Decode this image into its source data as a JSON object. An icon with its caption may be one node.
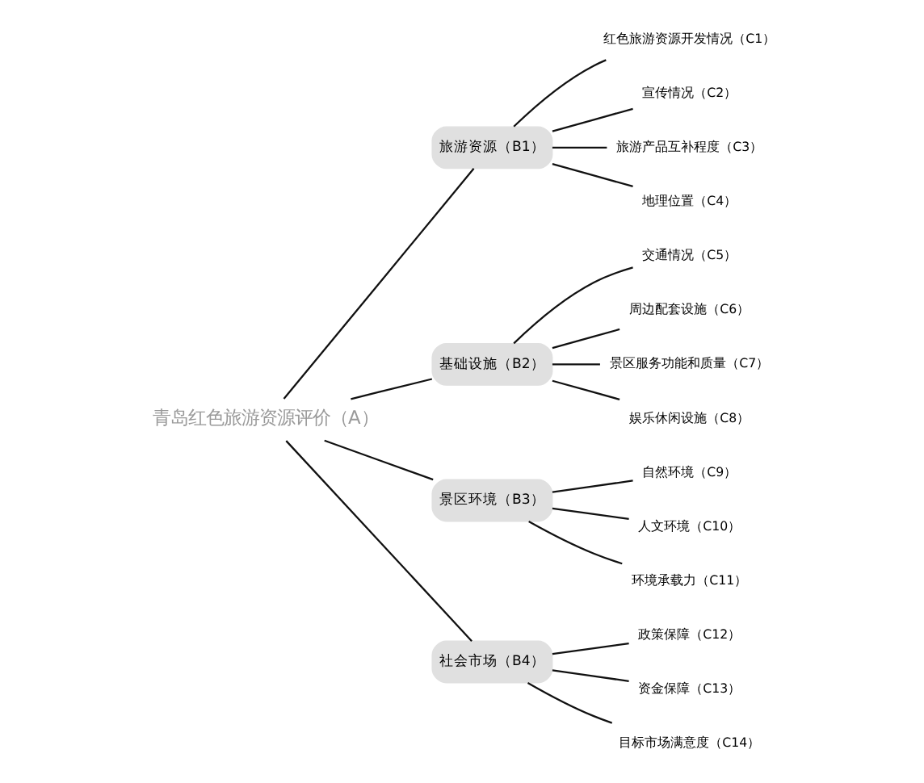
{
  "diagram": {
    "nodes": [
      {
        "text": [
          "青岛红色旅游资源评价（A）"
        ]
      },
      {
        "text": [
          "旅游资源（B1）"
        ]
      },
      {
        "text": [
          "红色旅游资源开发情况（C1）"
        ]
      },
      {
        "text": [
          "宣传情况（C2）"
        ]
      },
      {
        "text": [
          "旅游产品互补程度（C3）"
        ]
      },
      {
        "text": [
          "地理位置（C4）"
        ]
      },
      {
        "text": [
          "基础设施（B2）"
        ]
      },
      {
        "text": [
          "交通情况（C5）"
        ]
      },
      {
        "text": [
          "周边配套设施（C6）"
        ]
      },
      {
        "text": [
          "景区服务功能和质量（C7）"
        ]
      },
      {
        "text": [
          "娱乐休闲设施（C8）"
        ]
      },
      {
        "text": [
          "景区环境（B3）"
        ]
      },
      {
        "text": [
          "自然环境（C9）"
        ]
      },
      {
        "text": [
          "人文环境（C10）"
        ]
      },
      {
        "text": [
          "环境承载力（C11）"
        ]
      },
      {
        "text": [
          "社会市场（B4）"
        ]
      },
      {
        "text": [
          "政策保障（C12）"
        ]
      },
      {
        "text": [
          "资金保障（C13）"
        ]
      },
      {
        "text": [
          "目标市场满意度（C14）"
        ]
      }
    ],
    "edges": [
      {
        "from": 0,
        "to": 1,
        "arrow": "none"
      },
      {
        "from": 0,
        "to": 6,
        "arrow": "none"
      },
      {
        "from": 0,
        "to": 11,
        "arrow": "none"
      },
      {
        "from": 0,
        "to": 15,
        "arrow": "none"
      },
      {
        "from": 1,
        "to": 2,
        "arrow": "none"
      },
      {
        "from": 1,
        "to": 3,
        "arrow": "none"
      },
      {
        "from": 1,
        "to": 4,
        "arrow": "none"
      },
      {
        "from": 1,
        "to": 5,
        "arrow": "none"
      },
      {
        "from": 6,
        "to": 7,
        "arrow": "none"
      },
      {
        "from": 6,
        "to": 8,
        "arrow": "none"
      },
      {
        "from": 6,
        "to": 9,
        "arrow": "none"
      },
      {
        "from": 6,
        "to": 10,
        "arrow": "none"
      },
      {
        "from": 11,
        "to": 12,
        "arrow": "none"
      },
      {
        "from": 11,
        "to": 13,
        "arrow": "none"
      },
      {
        "from": 11,
        "to": 14,
        "arrow": "none"
      },
      {
        "from": 15,
        "to": 16,
        "arrow": "none"
      },
      {
        "from": 15,
        "to": 17,
        "arrow": "none"
      },
      {
        "from": 15,
        "to": 18,
        "arrow": "none"
      }
    ]
  }
}
